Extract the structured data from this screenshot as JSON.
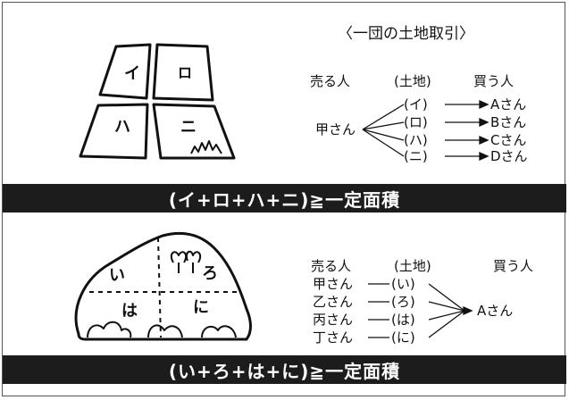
{
  "top": {
    "title": "〈一団の土地取引〉",
    "plot_labels": [
      "イ",
      "ロ",
      "ハ",
      "ニ"
    ],
    "header": {
      "seller": "売る人",
      "land": "(土地)",
      "buyer": "買う人"
    },
    "seller": "甲さん",
    "lands": [
      "(イ)",
      "(ロ)",
      "(ハ)",
      "(ニ)"
    ],
    "buyers": [
      "Aさん",
      "Bさん",
      "Cさん",
      "Dさん"
    ],
    "caption": "(イ+ロ+ハ+ニ)≧一定面積"
  },
  "bottom": {
    "plot_labels": [
      "い",
      "ろ",
      "は",
      "に"
    ],
    "header": {
      "seller": "売る人",
      "land": "(土地)",
      "buyer": "買う人"
    },
    "sellers": [
      "甲さん",
      "乙さん",
      "丙さん",
      "丁さん"
    ],
    "lands": [
      "(い)",
      "(ろ)",
      "(は)",
      "(に)"
    ],
    "buyer": "Aさん",
    "caption": "(い+ろ+は+に)≧一定面積"
  }
}
